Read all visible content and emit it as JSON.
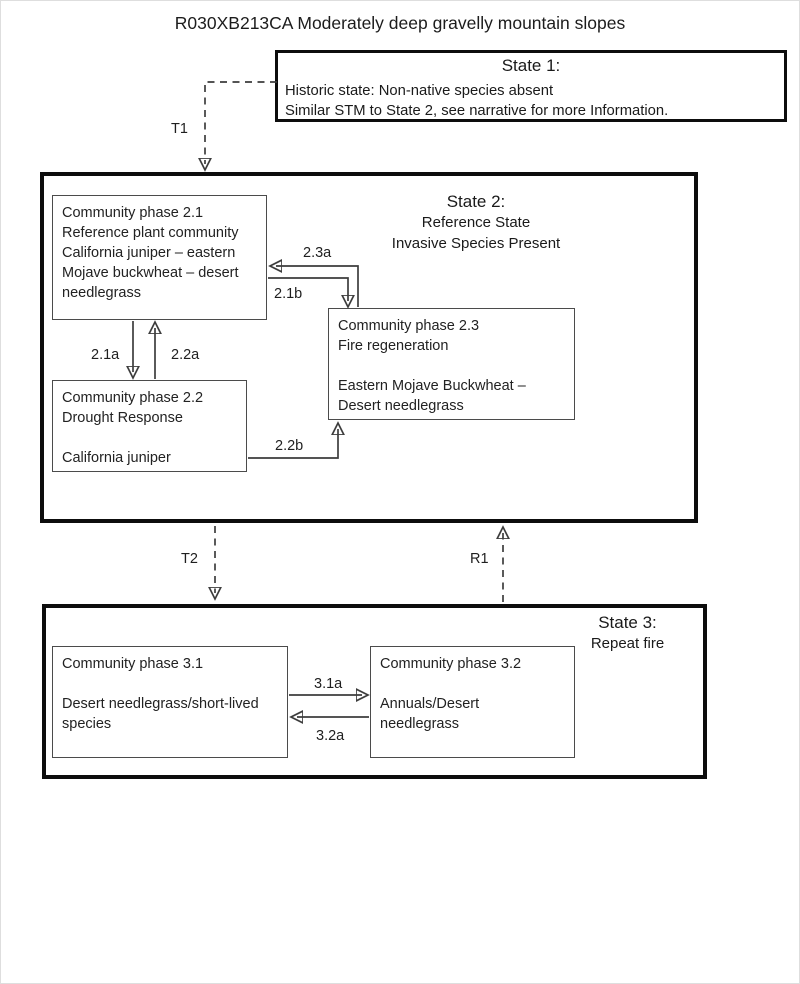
{
  "title": "R030XB213CA Moderately deep gravelly mountain slopes",
  "colors": {
    "ink": "#1a1a1a",
    "line": "#3d3d3d",
    "border_heavy": "#0d0d0d",
    "border_light": "#4b4b4b"
  },
  "state1": {
    "heading": "State 1:",
    "body": [
      "Historic state: Non-native species absent",
      "Similar STM to State 2, see narrative for more Information."
    ]
  },
  "state2": {
    "heading": "State 2:",
    "subheading": [
      "Reference State",
      "Invasive Species Present"
    ],
    "phases": {
      "p21": [
        "Community phase 2.1",
        "Reference plant community",
        "California juniper – eastern",
        "Mojave buckwheat – desert",
        "needlegrass"
      ],
      "p22": [
        "Community phase 2.2",
        "Drought Response",
        "",
        "California juniper"
      ],
      "p23": [
        "Community phase 2.3",
        "Fire regeneration",
        "",
        "Eastern Mojave Buckwheat –",
        "Desert needlegrass"
      ]
    },
    "pathways": {
      "p23a": "2.3a",
      "p21b": "2.1b",
      "p21a": "2.1a",
      "p22a": "2.2a",
      "p22b": "2.2b"
    }
  },
  "state3": {
    "heading": "State 3:",
    "subheading": [
      "Repeat fire"
    ],
    "phases": {
      "p31": [
        "Community phase 3.1",
        "",
        "Desert needlegrass/short-lived",
        "species"
      ],
      "p32": [
        "Community phase 3.2",
        "",
        "Annuals/Desert",
        "needlegrass"
      ]
    },
    "pathways": {
      "p31a": "3.1a",
      "p32a": "3.2a"
    }
  },
  "transitions": {
    "t1": "T1",
    "t2": "T2",
    "r1": "R1"
  }
}
